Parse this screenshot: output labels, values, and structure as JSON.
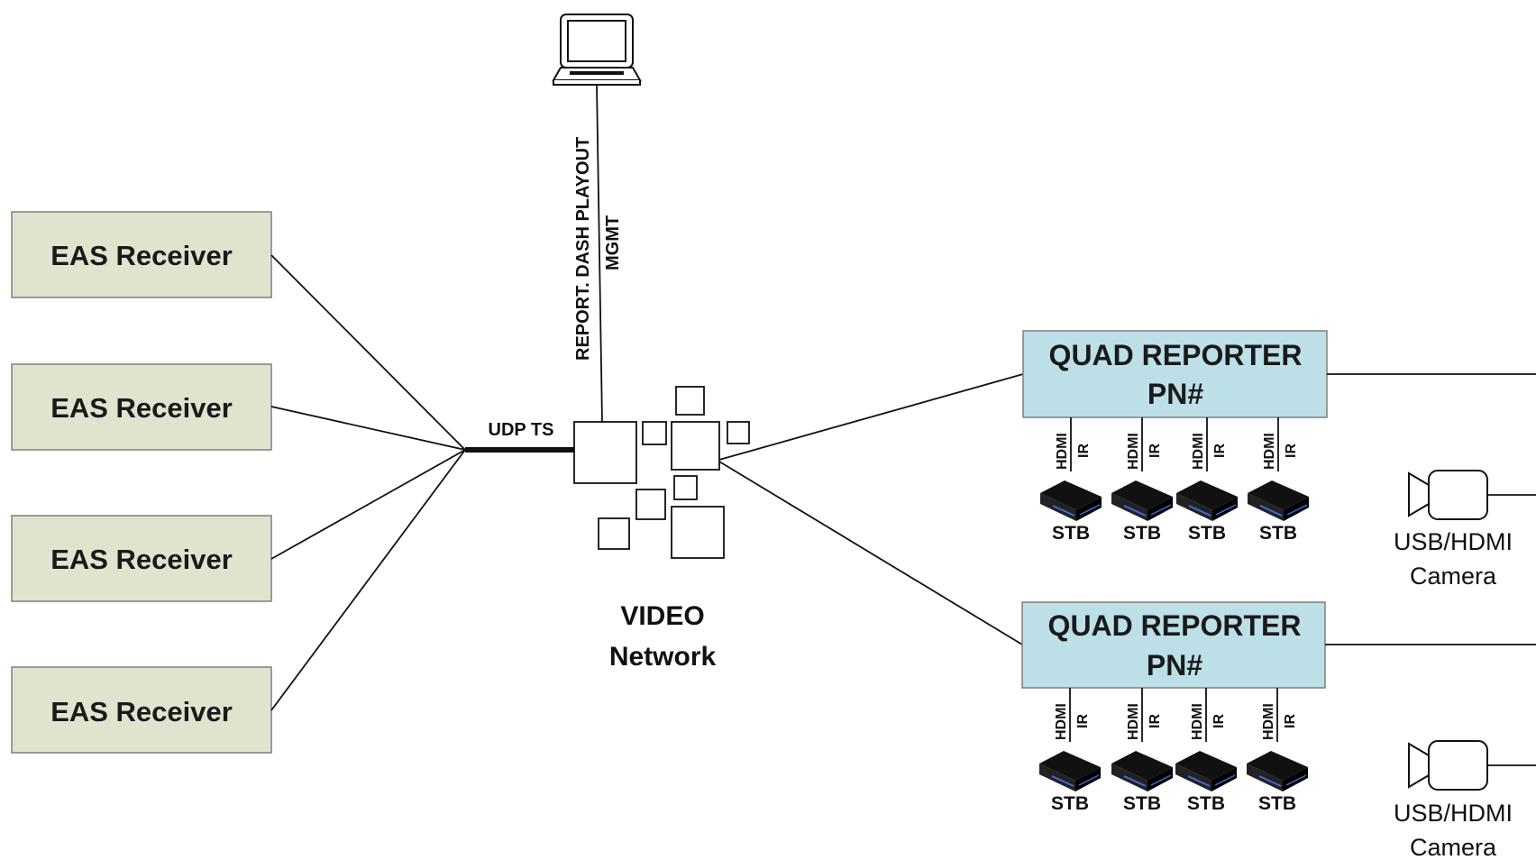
{
  "eas_receivers": [
    {
      "label": "EAS Receiver"
    },
    {
      "label": "EAS Receiver"
    },
    {
      "label": "EAS Receiver"
    },
    {
      "label": "EAS Receiver"
    }
  ],
  "link_label": "UDP TS",
  "laptop_link": {
    "line1": "REPORT. DASH PLAYOUT",
    "line2": "MGMT"
  },
  "network": {
    "line1": "VIDEO",
    "line2": "Network"
  },
  "quad_reporters": [
    {
      "title": "QUAD REPORTER",
      "pn": "PN#",
      "ports": [
        {
          "hdmi": "HDMI",
          "ir": "IR",
          "stb": "STB"
        },
        {
          "hdmi": "HDMI",
          "ir": "IR",
          "stb": "STB"
        },
        {
          "hdmi": "HDMI",
          "ir": "IR",
          "stb": "STB"
        },
        {
          "hdmi": "HDMI",
          "ir": "IR",
          "stb": "STB"
        }
      ],
      "camera": {
        "line1": "USB/HDMI",
        "line2": "Camera"
      }
    },
    {
      "title": "QUAD REPORTER",
      "pn": "PN#",
      "ports": [
        {
          "hdmi": "HDMI",
          "ir": "IR",
          "stb": "STB"
        },
        {
          "hdmi": "HDMI",
          "ir": "IR",
          "stb": "STB"
        },
        {
          "hdmi": "HDMI",
          "ir": "IR",
          "stb": "STB"
        },
        {
          "hdmi": "HDMI",
          "ir": "IR",
          "stb": "STB"
        }
      ],
      "camera": {
        "line1": "USB/HDMI",
        "line2": "Camera"
      }
    }
  ],
  "colors": {
    "eas_fill": "#dfe4cf",
    "quad_fill": "#bcdfe8",
    "line": "#111111"
  },
  "icons": [
    "laptop-icon",
    "stb-icon",
    "camera-icon"
  ]
}
